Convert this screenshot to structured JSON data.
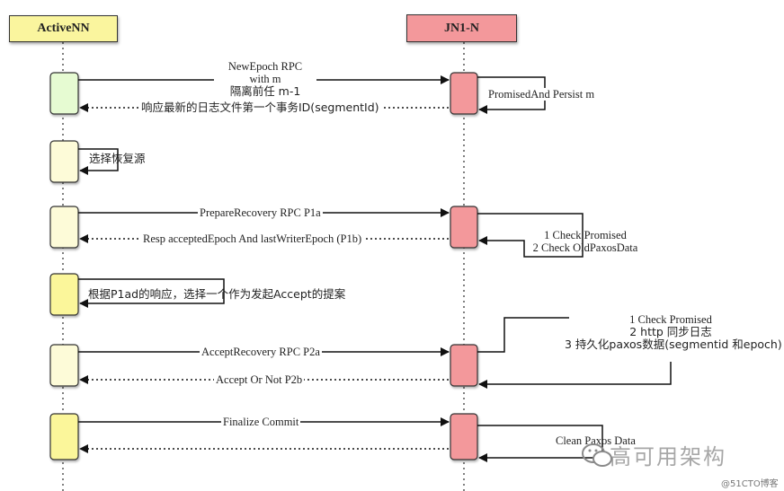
{
  "participants": {
    "active": "ActiveNN",
    "jn": "JN1-N"
  },
  "messages": {
    "newepoch": [
      "NewEpoch RPC",
      "with m",
      "隔离前任 m-1"
    ],
    "newepoch_resp": "响应最新的日志文件第一个事务ID(segmentId)",
    "jn_self1": "PromisedAnd Persist m",
    "self_select": "选择恢复源",
    "prepare": "PrepareRecovery RPC P1a",
    "prepare_resp": "Resp acceptedEpoch And lastWriterEpoch (P1b)",
    "jn_self2": [
      "1 Check Promised",
      "2 Check OldPaxosData"
    ],
    "self_choose": "根据P1ad的响应，选择一个作为发起Accept的提案",
    "jn_self3": [
      "1 Check Promised",
      "2 http 同步日志",
      "3 持久化paxos数据(segmentid 和epoch)"
    ],
    "accept": "AcceptRecovery RPC P2a",
    "accept_resp": "Accept Or Not P2b",
    "finalize": "Finalize Commit",
    "jn_self4": "Clean Paxos Data"
  },
  "watermark": {
    "main": "高可用架构",
    "sub": "@51CTO博客"
  },
  "colors": {
    "active_header": "#faf59e",
    "jn_header": "#f3989b",
    "activation_green": "#e6fbd2",
    "activation_cream": "#fdfbd8",
    "activation_yellow": "#fbf69a",
    "activation_red": "#f3989b"
  }
}
